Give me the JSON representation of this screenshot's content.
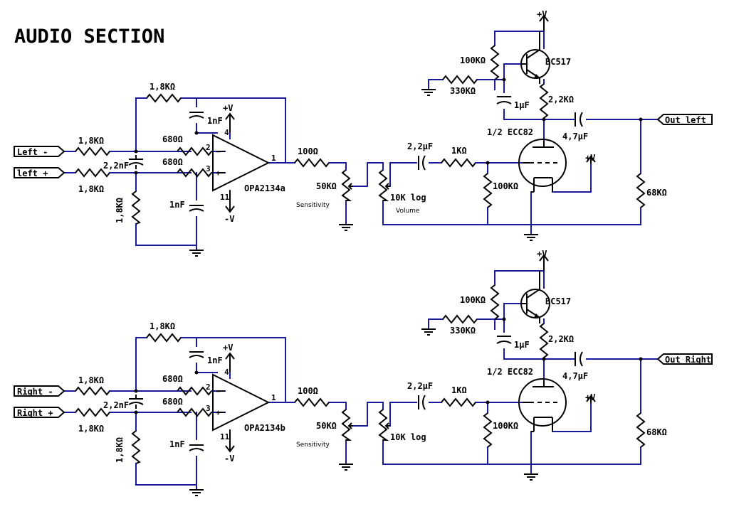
{
  "title": "AUDIO SECTION",
  "channels": [
    {
      "in_minus": "Left -",
      "in_plus": "left +",
      "r_in1": "1,8KΩ",
      "r_in2": "1,8KΩ",
      "r_fb": "1,8KΩ",
      "c_fb": "1nF",
      "r_680a": "680Ω",
      "r_680b": "680Ω",
      "c_diff": "2,2nF",
      "r_gnd": "1,8KΩ",
      "c_gnd": "1nF",
      "vplus": "+V",
      "vminus": "-V",
      "pin_out": "1",
      "pin_inv": "2",
      "pin_non": "3",
      "pin_v4": "4",
      "pin_v11": "11",
      "sign_minus": "−",
      "sign_plus": "+",
      "opamp": "OPA2134a",
      "r_100": "100Ω",
      "pot_sens": "50KΩ",
      "sens_label": "Sensitivity",
      "pot_vol": "10K log",
      "vol_label": "Volume",
      "c_22": "2,2µF",
      "r_1k": "1KΩ",
      "r_100k_grid": "100KΩ",
      "tube": "1/2 ECC82",
      "heater_v": "+V",
      "r_100k_bias": "100KΩ",
      "r_330k": "330KΩ",
      "c_1u": "1µF",
      "transistor": "BC517",
      "r_22k": "2,2KΩ",
      "supply": "+V",
      "c_47": "4,7µF",
      "r_68k": "68KΩ",
      "out": "Out left"
    },
    {
      "in_minus": "Right -",
      "in_plus": "Right +",
      "r_in1": "1,8KΩ",
      "r_in2": "1,8KΩ",
      "r_fb": "1,8KΩ",
      "c_fb": "1nF",
      "r_680a": "680Ω",
      "r_680b": "680Ω",
      "c_diff": "2,2nF",
      "r_gnd": "1,8KΩ",
      "c_gnd": "1nF",
      "vplus": "+V",
      "vminus": "-V",
      "pin_out": "1",
      "pin_inv": "2",
      "pin_non": "3",
      "pin_v4": "4",
      "pin_v11": "11",
      "sign_minus": "−",
      "sign_plus": "+",
      "opamp": "OPA2134b",
      "r_100": "100Ω",
      "pot_sens": "50KΩ",
      "sens_label": "Sensitivity",
      "pot_vol": "10K log",
      "vol_label": "",
      "c_22": "2,2µF",
      "r_1k": "1KΩ",
      "r_100k_grid": "100KΩ",
      "tube": "1/2 ECC82",
      "heater_v": "+V",
      "r_100k_bias": "100KΩ",
      "r_330k": "330KΩ",
      "c_1u": "1µF",
      "transistor": "BC517",
      "r_22k": "2,2KΩ",
      "supply": "+V",
      "c_47": "4,7µF",
      "r_68k": "68KΩ",
      "out": "Out Right"
    }
  ]
}
